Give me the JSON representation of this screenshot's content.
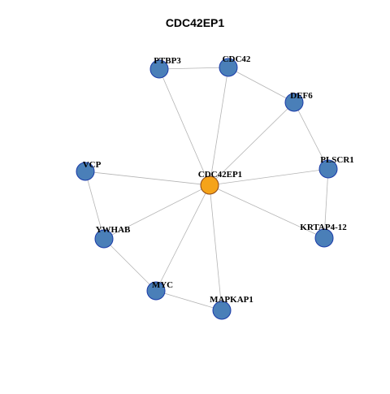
{
  "title": "CDC42EP1",
  "colors": {
    "center_node": "#f5a31a",
    "center_stroke": "#8b4513",
    "node": "#4a7fb8",
    "node_stroke": "#1a3aa8",
    "edge": "#b4b4b4"
  },
  "nodes": [
    {
      "id": "CDC42EP1",
      "label": "CDC42EP1",
      "center": true
    },
    {
      "id": "PTBP3",
      "label": "PTBP3"
    },
    {
      "id": "CDC42",
      "label": "CDC42"
    },
    {
      "id": "DEF6",
      "label": "DEF6"
    },
    {
      "id": "PLSCR1",
      "label": "PLSCR1"
    },
    {
      "id": "KRTAP4-12",
      "label": "KRTAP4-12"
    },
    {
      "id": "MAPKAP1",
      "label": "MAPKAP1"
    },
    {
      "id": "MYC",
      "label": "MYC"
    },
    {
      "id": "YWHAB",
      "label": "YWHAB"
    },
    {
      "id": "VCP",
      "label": "VCP"
    }
  ],
  "edges": [
    [
      "CDC42EP1",
      "PTBP3"
    ],
    [
      "CDC42EP1",
      "CDC42"
    ],
    [
      "CDC42EP1",
      "DEF6"
    ],
    [
      "CDC42EP1",
      "PLSCR1"
    ],
    [
      "CDC42EP1",
      "KRTAP4-12"
    ],
    [
      "CDC42EP1",
      "MAPKAP1"
    ],
    [
      "CDC42EP1",
      "MYC"
    ],
    [
      "CDC42EP1",
      "YWHAB"
    ],
    [
      "CDC42EP1",
      "VCP"
    ],
    [
      "PTBP3",
      "CDC42"
    ],
    [
      "CDC42",
      "DEF6"
    ],
    [
      "DEF6",
      "PLSCR1"
    ],
    [
      "PLSCR1",
      "KRTAP4-12"
    ],
    [
      "VCP",
      "YWHAB"
    ],
    [
      "YWHAB",
      "MYC"
    ],
    [
      "MYC",
      "MAPKAP1"
    ]
  ]
}
